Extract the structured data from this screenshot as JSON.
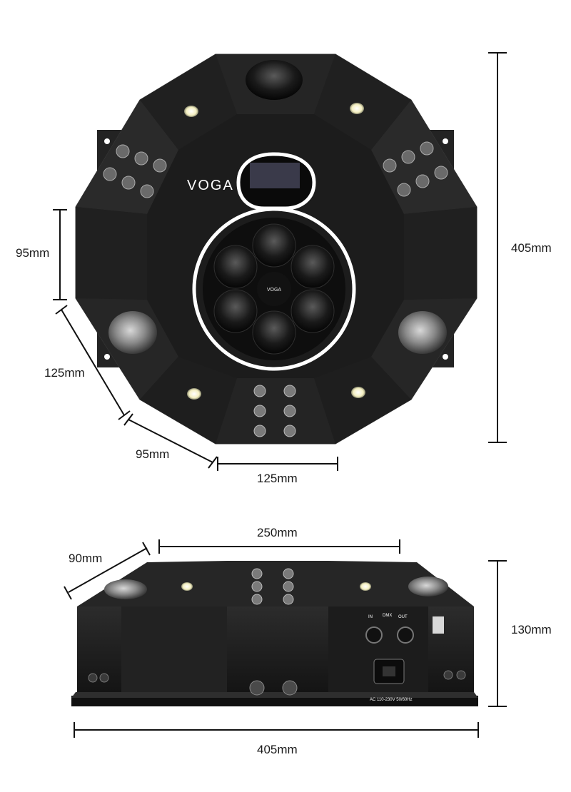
{
  "product": {
    "brand": "VOGA",
    "center_ring_text": "VOGA"
  },
  "dimensions_top_view": {
    "height": "405mm",
    "side_height": "95mm",
    "diagonal_edge": "125mm",
    "lower_diagonal": "95mm",
    "bottom_edge": "125mm"
  },
  "dimensions_side_view": {
    "top_width": "250mm",
    "depth": "90mm",
    "height": "130mm",
    "bottom_width": "405mm"
  },
  "rear_panel": {
    "in_label": "IN",
    "dmx_label": "DMX",
    "out_label": "OUT",
    "power_label": "AC 110-230V 50/60Hz"
  },
  "colors": {
    "body": "#1b1b1b",
    "panel": "#2a2a2a",
    "accent_ring": "#ffffff",
    "dim_line": "#111111"
  }
}
